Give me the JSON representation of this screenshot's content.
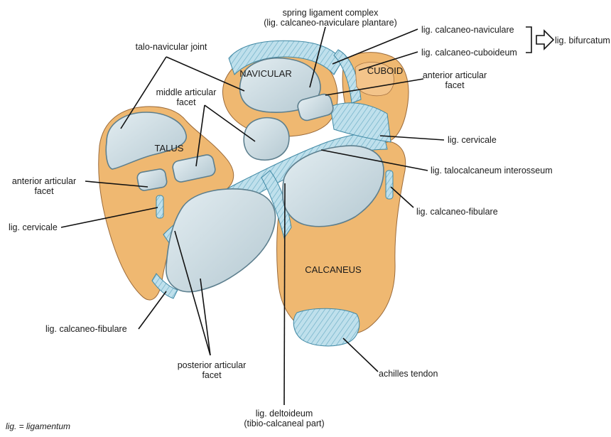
{
  "labels": {
    "spring_ligament_line1": "spring ligament complex",
    "spring_ligament_line2": "(lig. calcaneo-naviculare plantare)",
    "lig_calcaneo_naviculare": "lig. calcaneo-naviculare",
    "lig_calcaneo_cuboideum": "lig. calcaneo-cuboideum",
    "lig_bifurcatum": "lig. bifurcatum",
    "talo_navicular_joint": "talo-navicular joint",
    "navicular": "NAVICULAR",
    "cuboid": "CUBOID",
    "anterior_articular_facet_right_line1": "anterior articular",
    "anterior_articular_facet_right_line2": "facet",
    "middle_articular_facet_line1": "middle articular",
    "middle_articular_facet_line2": "facet",
    "talus": "TALUS",
    "lig_cervicale_right": "lig. cervicale",
    "lig_talocalcaneum_interosseum": "lig. talocalcaneum interosseum",
    "anterior_articular_facet_left_line1": "anterior articular",
    "anterior_articular_facet_left_line2": "facet",
    "lig_cervicale_left": "lig. cervicale",
    "lig_calcaneo_fibulare_right": "lig. calcaneo-fibulare",
    "calcaneus": "CALCANEUS",
    "lig_calcaneo_fibulare_left": "lig. calcaneo-fibulare",
    "posterior_articular_facet_line1": "posterior articular",
    "posterior_articular_facet_line2": "facet",
    "achilles_tendon": "achilles tendon",
    "lig_deltoideum_line1": "lig. deltoideum",
    "lig_deltoideum_line2": "(tibio-calcaneal part)",
    "footnote": "lig. = ligamentum"
  },
  "colors": {
    "bone": "#efb871",
    "cartilage": "#c9dbe2",
    "ligament": "#b7dbe8",
    "leader": "#111111"
  }
}
